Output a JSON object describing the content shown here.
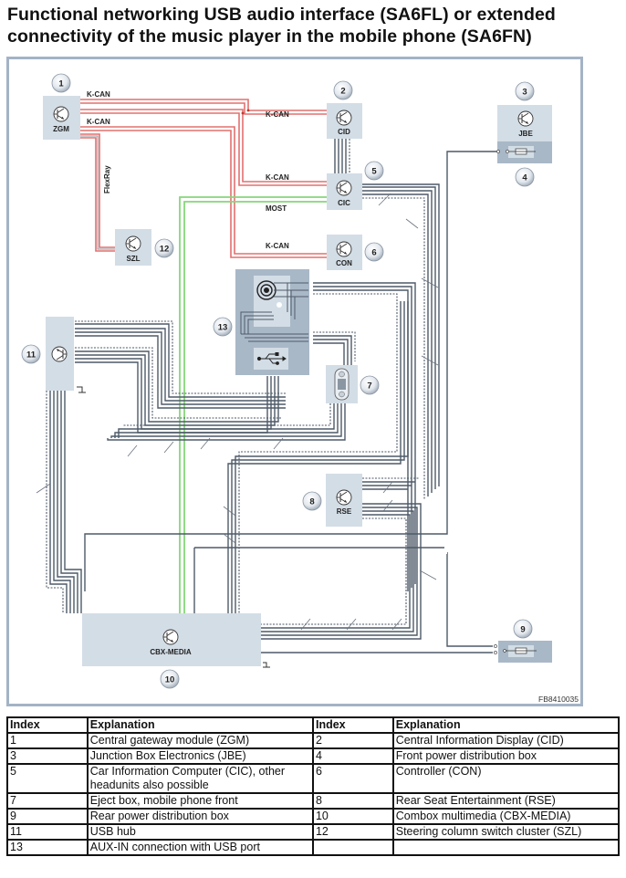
{
  "title": {
    "line1": "Functional networking USB audio interface (SA6FL) or extended",
    "line2": "connectivity of the music player in the mobile phone (SA6FN)"
  },
  "diagram": {
    "figure_id": "FB8410035",
    "colors": {
      "can_bus": "#e2706f",
      "most_bus": "#86d67a",
      "wire": "#4e5a68",
      "module_fill": "#d3dde6",
      "module_dark": "#a9b8c7",
      "frame": "#a4b3c6"
    },
    "modules": [
      {
        "index": "1",
        "label": "ZGM",
        "icon": "transistor-icon"
      },
      {
        "index": "2",
        "label": "CID",
        "icon": "transistor-icon"
      },
      {
        "index": "3",
        "label": "JBE",
        "icon": "transistor-icon"
      },
      {
        "index": "4",
        "label": "",
        "icon": "fuse-icon"
      },
      {
        "index": "5",
        "label": "CIC",
        "icon": "transistor-icon"
      },
      {
        "index": "6",
        "label": "CON",
        "icon": "transistor-icon"
      },
      {
        "index": "7",
        "label": "",
        "icon": "eject-box-icon"
      },
      {
        "index": "8",
        "label": "RSE",
        "icon": "transistor-icon"
      },
      {
        "index": "9",
        "label": "",
        "icon": "fuse-icon"
      },
      {
        "index": "10",
        "label": "CBX-MEDIA",
        "icon": "transistor-icon"
      },
      {
        "index": "11",
        "label": "",
        "icon": "transistor-icon"
      },
      {
        "index": "12",
        "label": "SZL",
        "icon": "transistor-icon"
      },
      {
        "index": "13",
        "label": "",
        "icon": "aux-usb-icon"
      }
    ],
    "bus_labels": {
      "kcan_zgm_top": "K-CAN",
      "kcan_zgm_bottom": "K-CAN",
      "kcan_cid": "K-CAN",
      "kcan_cic": "K-CAN",
      "kcan_con": "K-CAN",
      "most": "MOST",
      "flexray": "FlexRay"
    }
  },
  "legend": {
    "headers": [
      "Index",
      "Explanation",
      "Index",
      "Explanation"
    ],
    "rows": [
      [
        "1",
        "Central gateway module (ZGM)",
        "2",
        "Central Information Display (CID)"
      ],
      [
        "3",
        "Junction Box Electronics (JBE)",
        "4",
        "Front power distribution box"
      ],
      [
        "5",
        "Car Information Computer (CIC), other headunits also possible",
        "6",
        "Controller (CON)"
      ],
      [
        "7",
        "Eject box, mobile phone front",
        "8",
        "Rear Seat Entertainment (RSE)"
      ],
      [
        "9",
        "Rear power distribution box",
        "10",
        "Combox multimedia (CBX-MEDIA)"
      ],
      [
        "11",
        "USB hub",
        "12",
        "Steering column switch cluster (SZL)"
      ],
      [
        "13",
        "AUX-IN connection with USB port",
        "",
        ""
      ]
    ]
  }
}
